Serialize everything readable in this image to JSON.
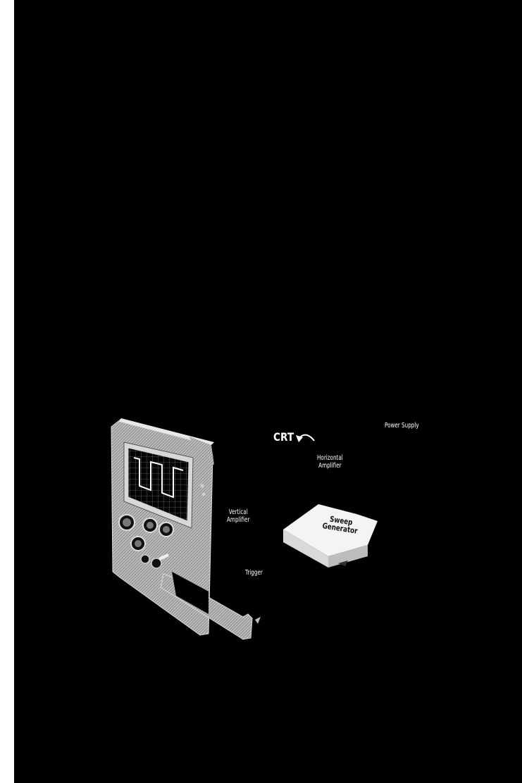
{
  "labels": {
    "power_supply": "Power Supply",
    "crt": "CRT",
    "horizontal_amplifier": [
      "Horizontal",
      "Amplifier"
    ],
    "vertical_amplifier": [
      "Vertical",
      "Amplifier"
    ],
    "sweep_generator": [
      "Sweep",
      "Generator"
    ],
    "trigger": "Trigger"
  },
  "colors": {
    "background": "#000000",
    "page_edge": "#ffffff",
    "label_text": "#ffffff",
    "scope_body": "#bdbdbd"
  },
  "icons": {
    "crt_pointer": "curved-arrow-icon"
  }
}
